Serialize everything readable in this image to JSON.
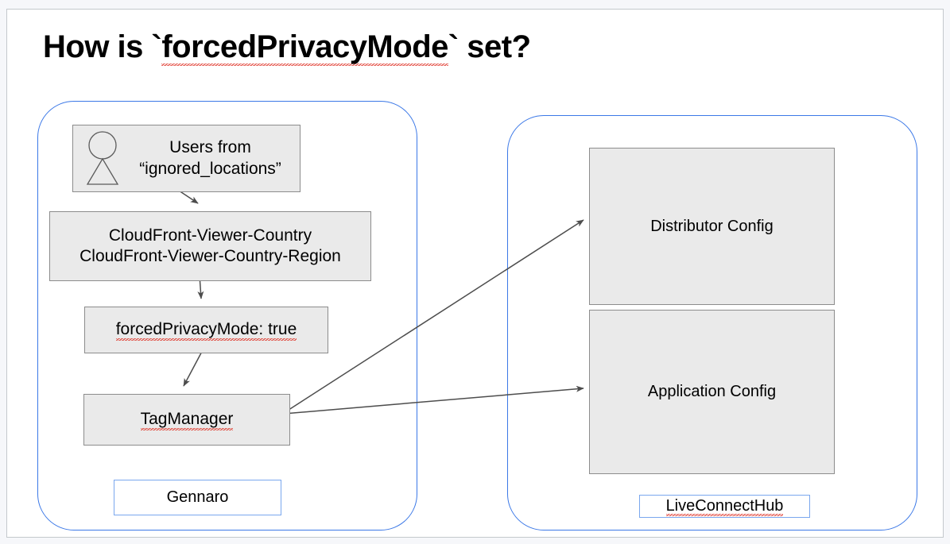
{
  "page": {
    "title": "How is `forcedPrivacyMode` set?",
    "title_plain_prefix": "How is `",
    "title_misspelled": "forcedPrivacyMode",
    "title_suffix": "` set?",
    "background_color": "#f6f7fa",
    "card_color": "#ffffff"
  },
  "colors": {
    "group_border": "#3b78e7",
    "group_label_border": "#7aa7ee",
    "node_fill": "#eaeaea",
    "node_border": "#8c8c8c",
    "edge": "#4d4d4d",
    "spellcheck_underline": "#e03b30",
    "text": "#000000"
  },
  "groups": [
    {
      "id": "gennaro",
      "name": "Gennaro",
      "label_style": "blue-outline-white-fill",
      "nodes": [
        {
          "id": "actor-users",
          "icon": "actor-person-icon",
          "line1": "Users from",
          "line2": "“ignored_locations”",
          "shape": "rectangle-with-actor"
        },
        {
          "id": "cloudfront-headers",
          "line1": "CloudFront-Viewer-Country",
          "line2": "CloudFront-Viewer-Country-Region",
          "shape": "rectangle"
        },
        {
          "id": "forced-privacy-mode",
          "label": "forcedPrivacyMode: true",
          "misspelled": true,
          "shape": "rectangle"
        },
        {
          "id": "tag-manager",
          "label": "TagManager",
          "misspelled": true,
          "shape": "rectangle"
        }
      ]
    },
    {
      "id": "liveconnecthub",
      "name": "LiveConnectHub",
      "name_misspelled": true,
      "label_style": "blue-outline-white-fill",
      "nodes": [
        {
          "id": "distributor-config",
          "label": "Distributor Config",
          "shape": "rectangle"
        },
        {
          "id": "application-config",
          "label": "Application Config",
          "shape": "rectangle"
        }
      ]
    }
  ],
  "edges": [
    {
      "from": "actor-users",
      "to": "cloudfront-headers",
      "style": "solid-arrow"
    },
    {
      "from": "cloudfront-headers",
      "to": "forced-privacy-mode",
      "style": "solid-arrow"
    },
    {
      "from": "forced-privacy-mode",
      "to": "tag-manager",
      "style": "solid-arrow"
    },
    {
      "from": "tag-manager",
      "to": "distributor-config",
      "style": "solid-arrow"
    },
    {
      "from": "tag-manager",
      "to": "application-config",
      "style": "solid-arrow"
    }
  ]
}
